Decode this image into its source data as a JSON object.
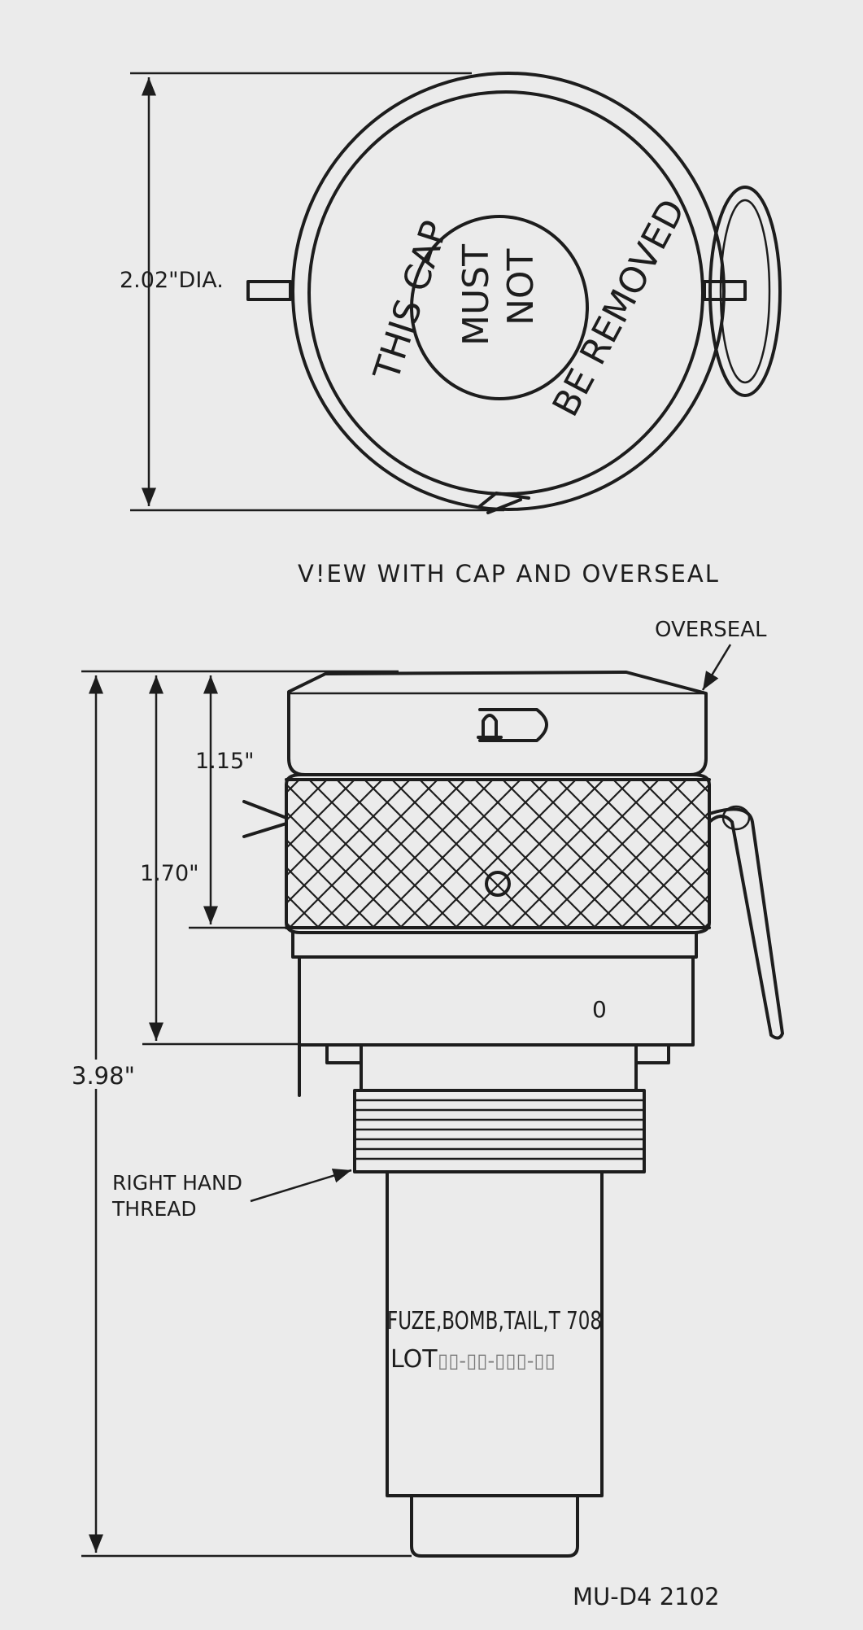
{
  "top_view": {
    "diameter_label": "2.02\"DIA.",
    "cap_text_this_cap": "THIS CAP",
    "cap_text_must": "MUST",
    "cap_text_not": "NOT",
    "cap_text_be_removed": "BE REMOVED"
  },
  "view_caption": "V!EW WITH CAP AND OVERSEAL",
  "side_view": {
    "overseal_label": "OVERSEAL",
    "dim_115": "1.15\"",
    "dim_170": "1.70\"",
    "dim_398": "3.98\"",
    "right_hand_line1": "RIGHT HAND",
    "right_hand_line2": "THREAD",
    "body_mark": "0",
    "fuze_text": "FUZE,BOMB,TAIL,T 708",
    "lot_text": "LOT"
  },
  "figure_number": "MU-D4  2102",
  "colors": {
    "ink": "#1d1d1d",
    "paper": "#ebebeb"
  }
}
